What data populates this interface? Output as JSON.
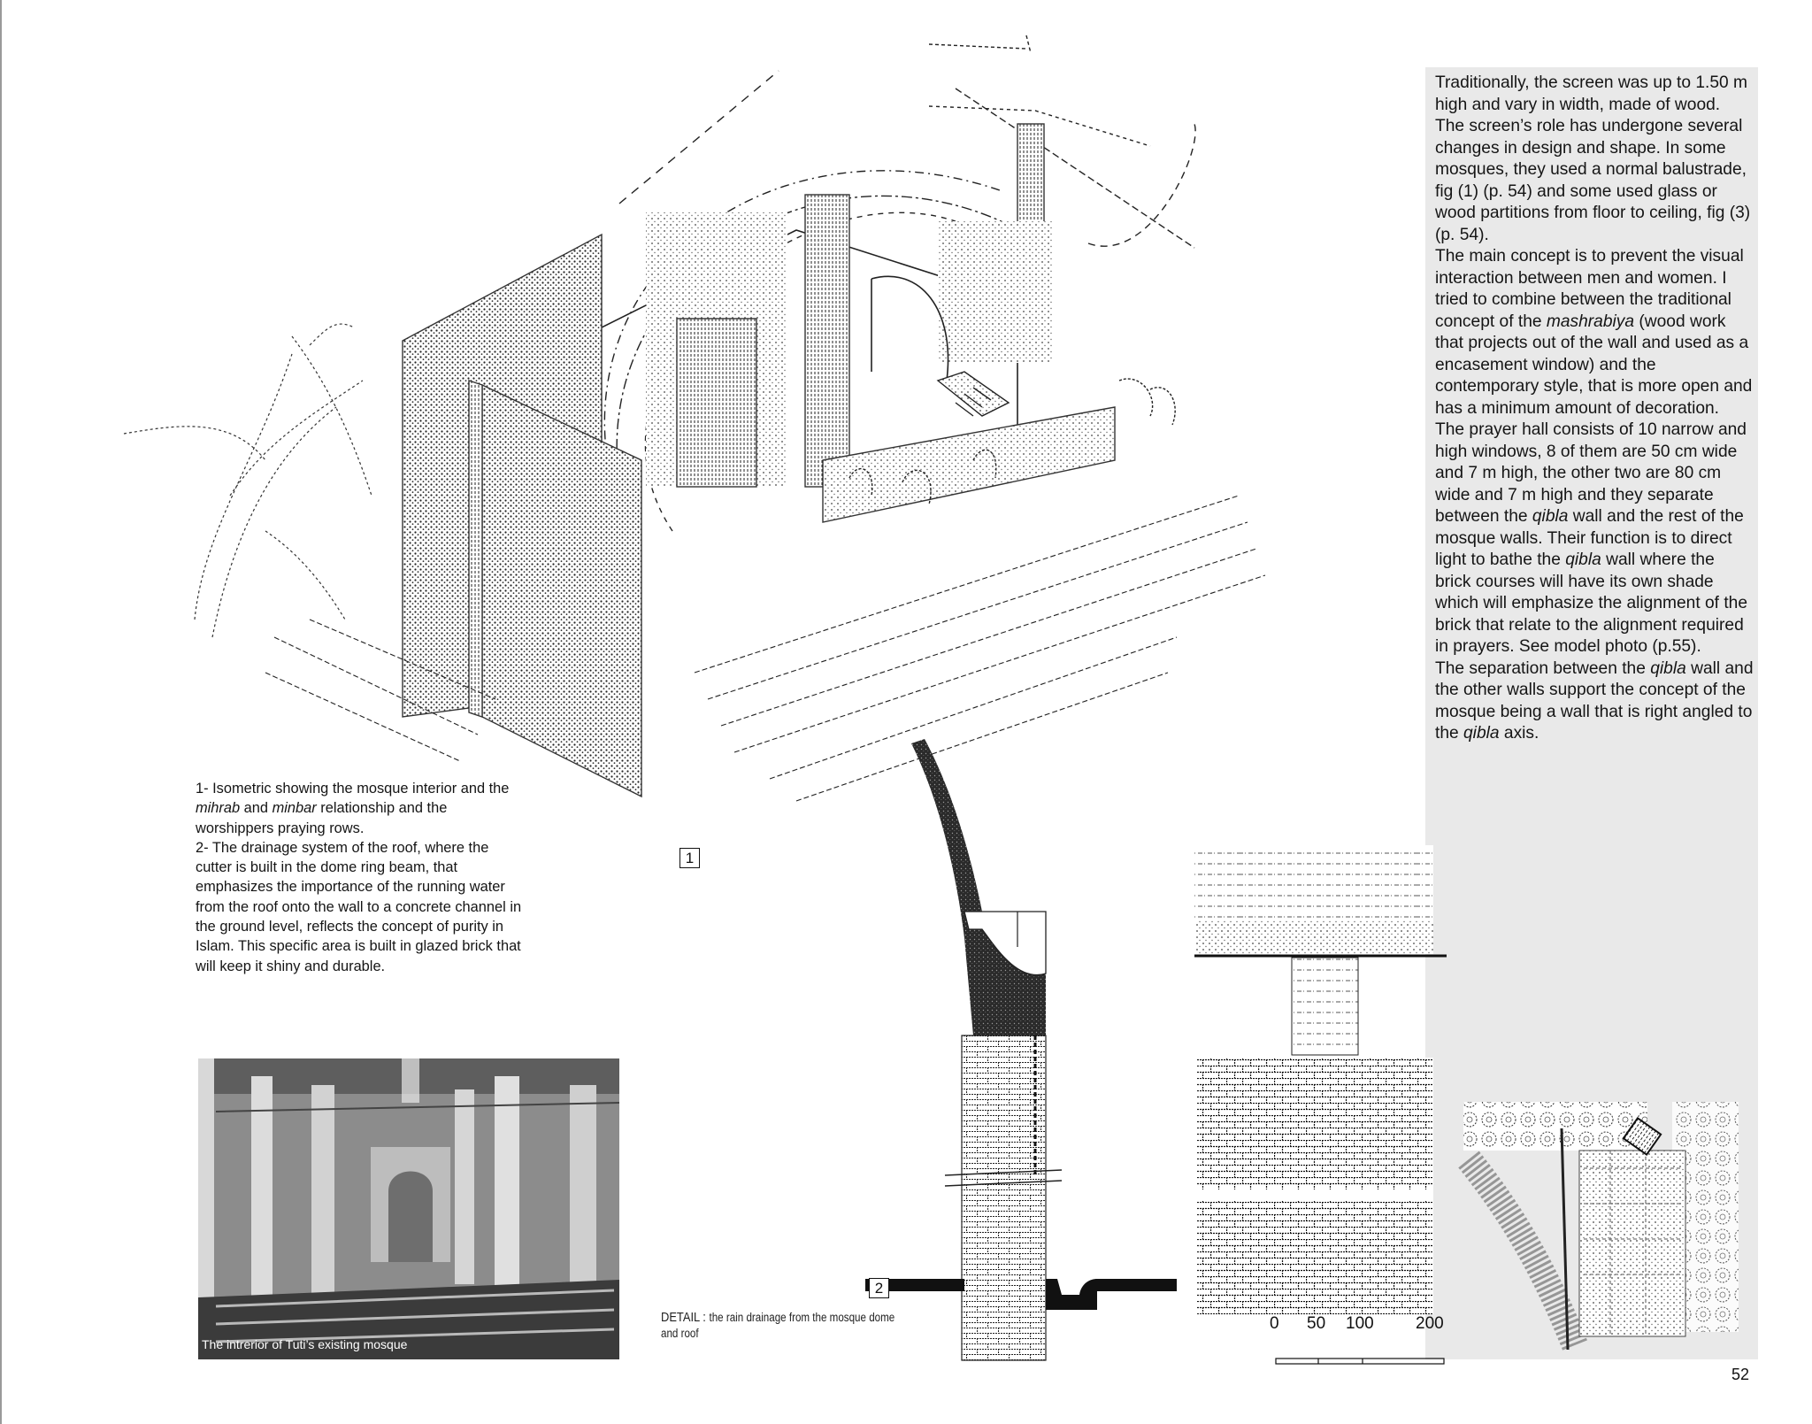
{
  "side_text": {
    "p1": "Traditionally, the screen was up to 1.50 m high and vary in width, made of wood. The screen’s role has undergone several changes in design and shape. In some mosques, they used a normal balustrade, fig (1) (p. 54) and some used glass or wood partitions from floor to ceiling, fig (3) (p. 54).",
    "p2a": "The main concept is to prevent the visual interaction between men and women. I tried to combine between the traditional concept of the ",
    "p2em": "mashrabiya",
    "p2b": " (wood work that projects out of the wall and used as a encasement window) and the contemporary style, that is more open and has a minimum amount of decoration.",
    "p3a": "The prayer hall consists of 10 narrow and high windows, 8 of them are 50 cm wide and 7 m high, the other two are 80 cm wide and 7 m high and they separate between the ",
    "p3em1": "qibla",
    "p3b": " wall and the rest of the mosque walls. Their function is to direct light to bathe the ",
    "p3em2": "qibla",
    "p3c": " wall where the brick courses will have its own shade which will emphasize the alignment of the brick that relate to the alignment required in prayers. See model photo (p.55).",
    "p4a": "The separation between the ",
    "p4em1": "qibla",
    "p4b": " wall and the other walls support the concept of the mosque being a wall that is right angled to the ",
    "p4em2": "qibla",
    "p4c": " axis."
  },
  "caption": {
    "c1a": "1- Isometric showing the mosque interior and the ",
    "c1em1": "mihrab",
    "c1b": " and ",
    "c1em2": "minbar",
    "c1c": " relationship and the worshippers praying rows.",
    "c2": "2- The drainage system of the roof, where the cutter is built in the dome ring beam, that emphasizes the importance of the running water from the roof onto the wall to a concrete channel in the ground level, reflects the concept of purity in Islam. This specific area is built in glazed brick that will keep it shiny and durable."
  },
  "fig_labels": {
    "fig1": "1",
    "fig2": "2"
  },
  "detail_caption": {
    "lead": "DETAIL : ",
    "text": "the rain drainage from the mosque dome and roof"
  },
  "photo_caption": "The intrerior of Tuti’s existing mosque",
  "scale": {
    "t0": "0",
    "t1": "50",
    "t2": "100",
    "t3": "200"
  },
  "page_number": "52",
  "colors": {
    "panel": "#e9e9e9",
    "ink": "#151515",
    "photo": "#9a9a9a"
  }
}
